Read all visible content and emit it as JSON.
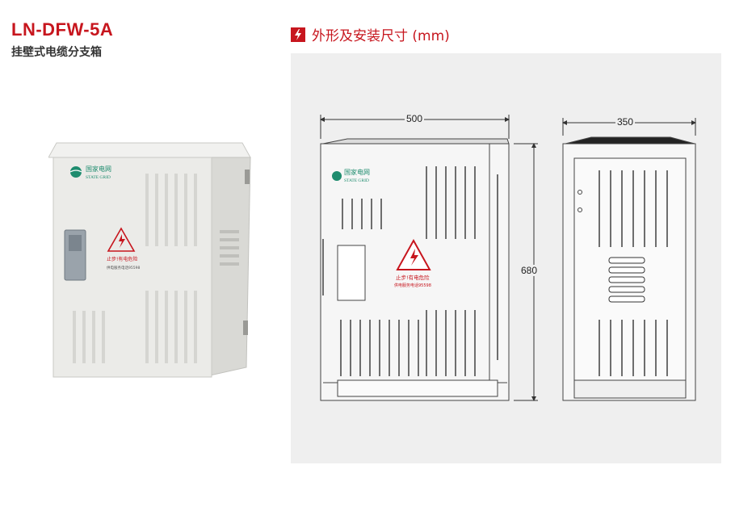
{
  "product": {
    "model": "LN-DFW-5A",
    "name": "挂壁式电缆分支箱"
  },
  "section": {
    "heading": "外形及安装尺寸 (mm)",
    "icon": "lightning-bolt-icon"
  },
  "dimensions": {
    "width": "500",
    "depth": "350",
    "height": "680"
  },
  "labels": {
    "brand_cn": "国家电网",
    "brand_en": "STATE GRID",
    "warning_line1": "止步!有电危险",
    "warning_line2": "供电服务电话95598"
  },
  "colors": {
    "accent": "#c7161e",
    "cabinet": "#e6e6e3",
    "brand_green": "#1e8c6e"
  }
}
